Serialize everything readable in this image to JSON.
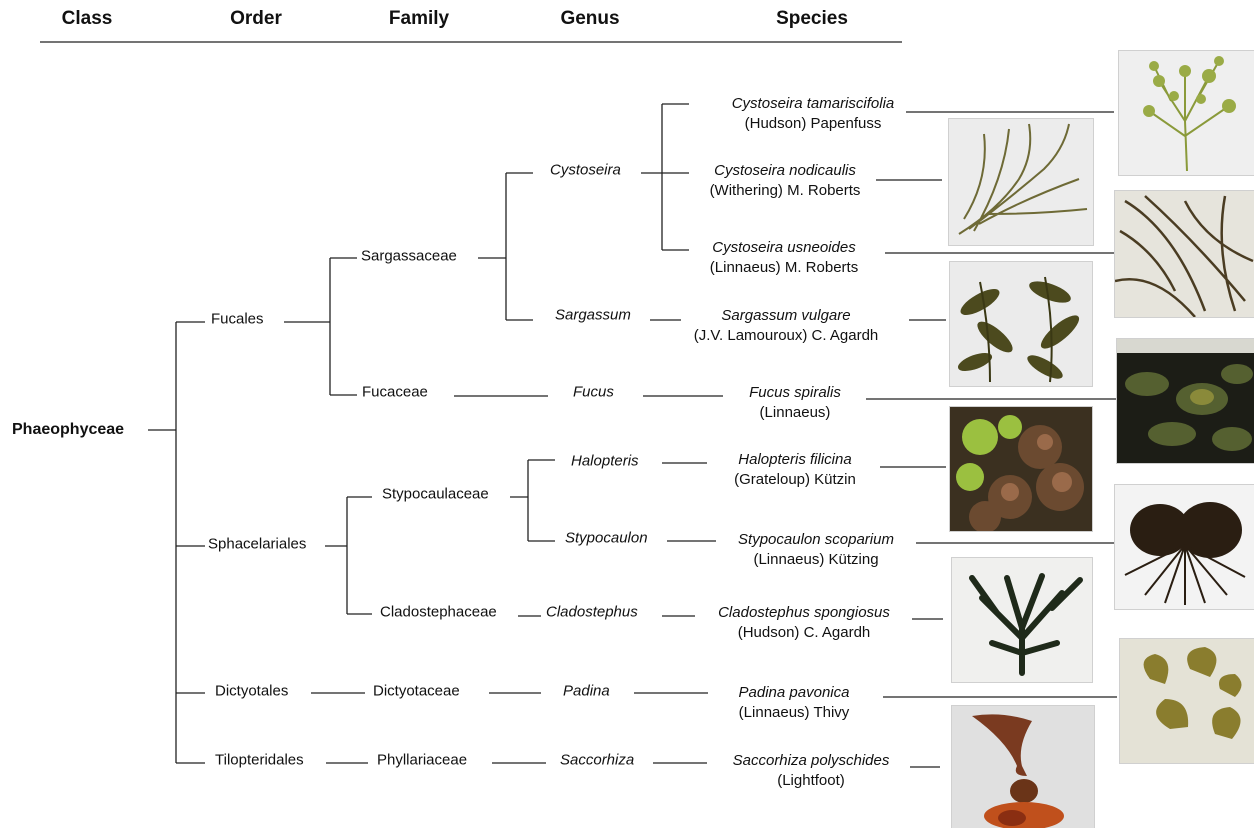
{
  "headers": {
    "class": "Class",
    "order": "Order",
    "family": "Family",
    "genus": "Genus",
    "species": "Species"
  },
  "class_name": "Phaeophyceae",
  "orders": {
    "fucales": "Fucales",
    "sphacelariales": "Sphacelariales",
    "dictyotales": "Dictyotales",
    "tilopteridales": "Tilopteridales"
  },
  "families": {
    "sargassaceae": "Sargassaceae",
    "fucaceae": "Fucaceae",
    "stypocaulaceae": "Stypocaulaceae",
    "cladostephaceae": "Cladostephaceae",
    "dictyotaceae": "Dictyotaceae",
    "phyllariaceae": "Phyllariaceae"
  },
  "genera": {
    "cystoseira": "Cystoseira",
    "sargassum": "Sargassum",
    "fucus": "Fucus",
    "halopteris": "Halopteris",
    "stypocaulon": "Stypocaulon",
    "cladostephus": "Cladostephus",
    "padina": "Padina",
    "saccorhiza": "Saccorhiza"
  },
  "species": {
    "c_tamariscifolia": {
      "name": "Cystoseira tamariscifolia",
      "authority": "(Hudson) Papenfuss"
    },
    "c_nodicaulis": {
      "name": "Cystoseira nodicaulis",
      "authority": "(Withering) M. Roberts"
    },
    "c_usneoides": {
      "name": "Cystoseira usneoides",
      "authority": "(Linnaeus) M. Roberts"
    },
    "s_vulgare": {
      "name": "Sargassum vulgare",
      "authority": "(J.V. Lamouroux) C. Agardh"
    },
    "f_spiralis": {
      "name": "Fucus spiralis",
      "authority": "(Linnaeus)"
    },
    "h_filicina": {
      "name": "Halopteris filicina",
      "authority": "(Grateloup) Kützin"
    },
    "s_scoparium": {
      "name": "Stypocaulon scoparium",
      "authority": "(Linnaeus) Kützing"
    },
    "c_spongiosus": {
      "name": "Cladostephus spongiosus",
      "authority": "(Hudson) C. Agardh"
    },
    "p_pavonica": {
      "name": "Padina pavonica",
      "authority": "(Linnaeus) Thivy"
    },
    "s_polyschides": {
      "name": "Saccorhiza polyschides",
      "authority": "(Lightfoot)"
    }
  },
  "colors": {
    "line": "#222222",
    "text": "#111111",
    "photo_light_bg": "#ececec",
    "photo_dark_bg": "#1c1d16",
    "seaweed_olive": "#6e6a36",
    "seaweed_brown": "#4a3c22",
    "seaweed_green": "#8a9a3a"
  }
}
